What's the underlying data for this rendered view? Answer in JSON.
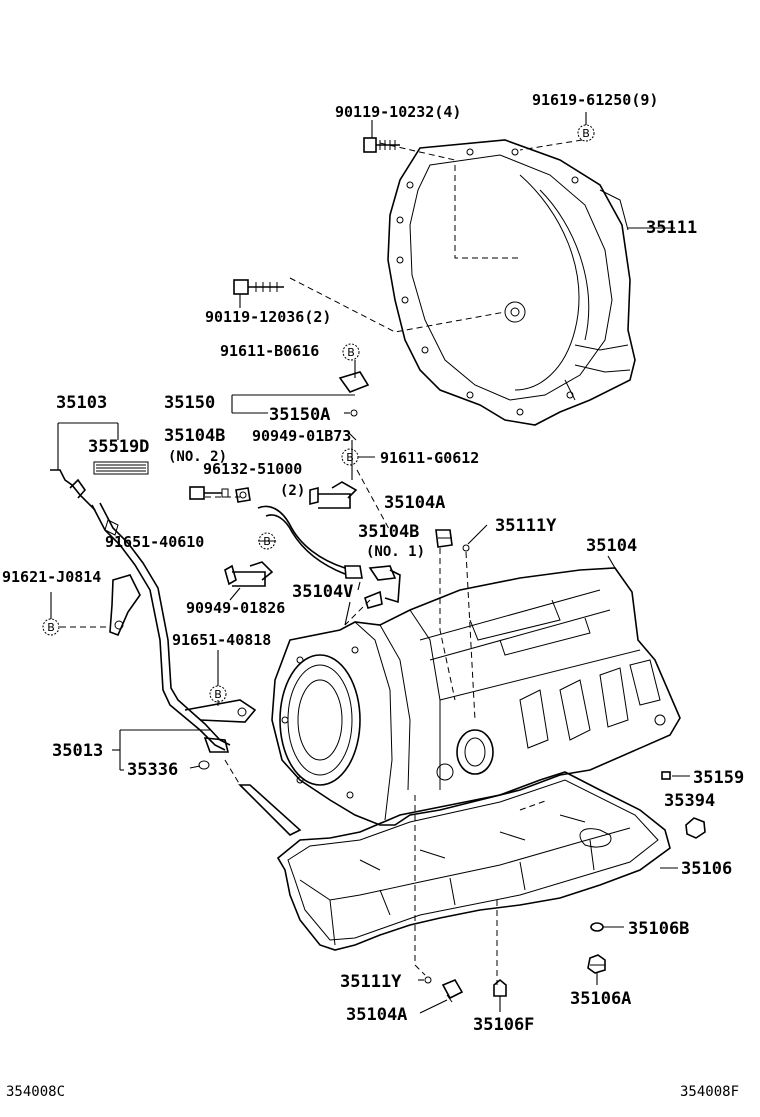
{
  "labels": {
    "p90119_10232": "90119-10232(4)",
    "p91619_61250": "91619-61250(9)",
    "p35111": "35111",
    "p90119_12036": "90119-12036(2)",
    "p91611_B0616": "91611-B0616",
    "p35103": "35103",
    "p35150": "35150",
    "p35150A": "35150A",
    "p35519D": "35519D",
    "p35104B_no2": "35104B",
    "no2": "(NO. 2)",
    "p90949_01B73": "90949-01B73",
    "p91611_G0612": "91611-G0612",
    "p96132_51000": "96132-51000",
    "qty2": "(2)",
    "p35104A_top": "35104A",
    "p35104B_no1": "35104B",
    "p35111Y_top": "35111Y",
    "no1": "(NO. 1)",
    "p35104": "35104",
    "p91651_40610": "91651-40610",
    "p91621_J0814": "91621-J0814",
    "p35104V": "35104V",
    "p90949_01826": "90949-01826",
    "p91651_40818": "91651-40818",
    "p35013": "35013",
    "p35336": "35336",
    "p35159": "35159",
    "p35394": "35394",
    "p35106": "35106",
    "p35106B": "35106B",
    "p35111Y_bot": "35111Y",
    "p35106A": "35106A",
    "p35104A_bot": "35104A",
    "p35106F": "35106F",
    "footer_left": "354008C",
    "footer_right": "354008F"
  },
  "ref_marker": "B",
  "colors": {
    "ink": "#000000",
    "background": "#ffffff",
    "leader_box": "#d9d9d9"
  }
}
